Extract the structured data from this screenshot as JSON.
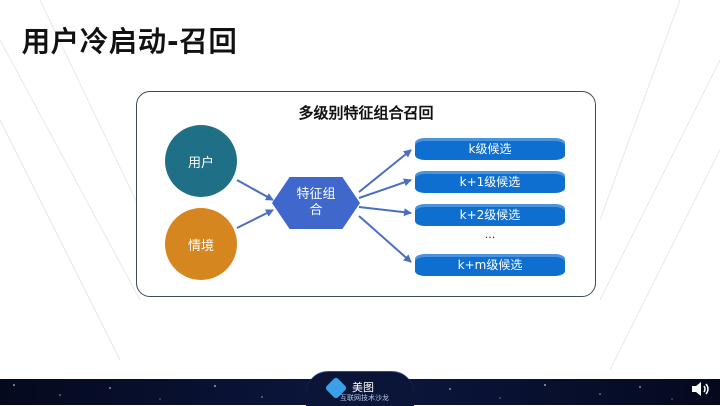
{
  "slide": {
    "title": "用户冷启动-召回"
  },
  "diagram": {
    "title": "多级别特征组合召回",
    "inputs": [
      {
        "label": "用户",
        "color": "#1f7087"
      },
      {
        "label": "情境",
        "color": "#d6861f"
      }
    ],
    "hub": {
      "label": "特征组合",
      "color": "#3f67cc"
    },
    "candidates": [
      {
        "label": "k级候选"
      },
      {
        "label": "k+1级候选"
      },
      {
        "label": "k+2级候选"
      },
      {
        "label": "k+m级候选"
      }
    ],
    "ellipsis": "...",
    "candidate_color": "#0f6fd1",
    "arrow_color": "#4a6fbf"
  },
  "footer": {
    "logo_title": "美图",
    "logo_subtitle": "互联网技术沙龙",
    "icons": [
      "speaker-icon"
    ]
  }
}
